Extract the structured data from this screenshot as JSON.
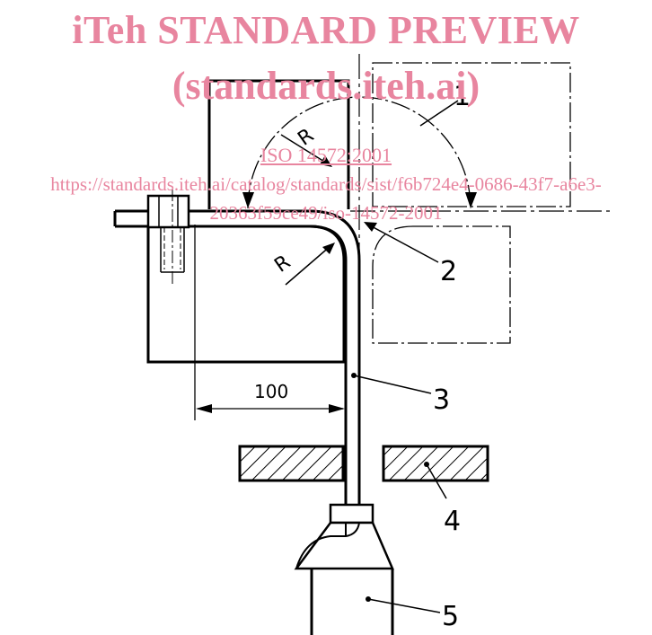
{
  "watermark": {
    "title": "iTeh STANDARD PREVIEW",
    "subtitle": "(standards.iteh.ai)",
    "standard": "ISO 14572:2001",
    "url_line1": "https://standards.iteh.ai/catalog/standards/sist/f6b724e4-0686-43f7-a6e3-",
    "url_line2": "20363f59ce49/iso-14572-2001"
  },
  "diagram": {
    "callouts": [
      "1",
      "2",
      "3",
      "4",
      "5"
    ],
    "radius_label": "R",
    "dimension": "100"
  },
  "colors": {
    "line": "#000000",
    "watermark": "#e8859f"
  }
}
